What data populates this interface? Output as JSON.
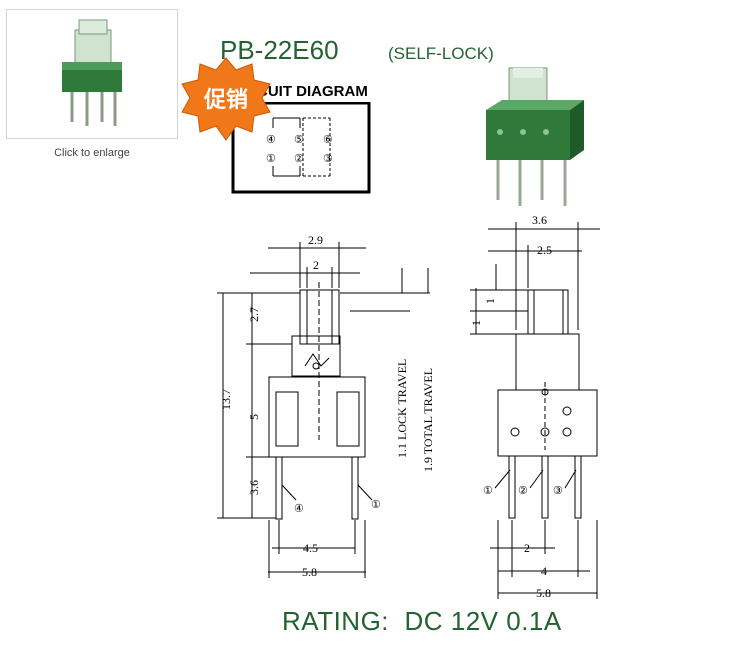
{
  "thumbnail": {
    "caption": "Click to enlarge"
  },
  "title": {
    "model": "PB-22E60",
    "suffix": "(SELF-LOCK)"
  },
  "promo_badge": {
    "text": "促销"
  },
  "circuit_diagram": {
    "title": "CUIT DIAGRAM",
    "top_pins": [
      "④",
      "⑤",
      "⑥"
    ],
    "bottom_pins": [
      "①",
      "②",
      "③"
    ]
  },
  "front_view": {
    "dims": {
      "top_width": "2.9",
      "inner_width": "2",
      "plunger_height": "2.7",
      "total_height": "13.7",
      "body_height": "5",
      "pin_length": "3.6",
      "pin_spacing": "4.5",
      "body_width": "5.8"
    },
    "lock_travel": "1.1 LOCK TRAVEL",
    "total_travel": "1.9 TOTAL TRAVEL",
    "pin_labels": [
      "④",
      "①"
    ]
  },
  "side_view": {
    "dims": {
      "width_top": "3.6",
      "width_inner": "2.5",
      "step1": "1",
      "step2": "1",
      "pin_pitch": "2",
      "outer_pitch": "4",
      "body_width": "5.8"
    },
    "pin_labels": [
      "①",
      "②",
      "③"
    ]
  },
  "rating": {
    "label": "RATING:",
    "value": "DC 12V 0.1A"
  },
  "colors": {
    "brand_green": "#23632f",
    "badge_orange": "#f07818"
  }
}
